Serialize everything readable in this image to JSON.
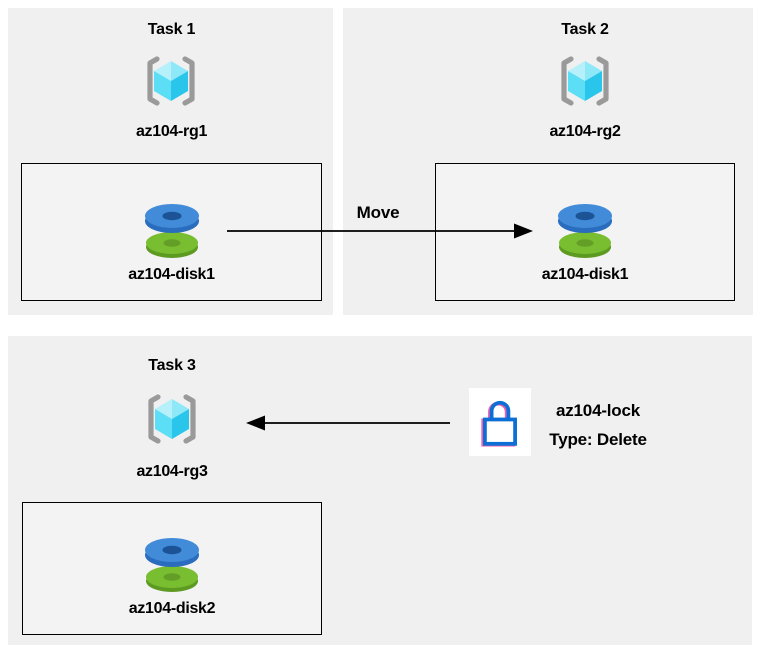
{
  "tasks": [
    {
      "title": "Task 1",
      "resource_group": "az104-rg1",
      "disk": "az104-disk1"
    },
    {
      "title": "Task 2",
      "resource_group": "az104-rg2",
      "disk": "az104-disk1"
    },
    {
      "title": "Task 3",
      "resource_group": "az104-rg3",
      "disk": "az104-disk2"
    }
  ],
  "move_arrow": {
    "label": "Move"
  },
  "lock": {
    "name": "az104-lock",
    "type_line": "Type: Delete"
  },
  "colors": {
    "text": "#000000",
    "panel_bg": "#f0f0f0",
    "box_bg": "#f3f3f3",
    "box_border": "#000000",
    "arrow": "#000000",
    "bracket_gray": "#9a9a9a",
    "cube_light": "#b6f0fb",
    "cube_mid_light": "#8fe8f8",
    "cube_mid": "#5bdef6",
    "cube_dark": "#29c5ea",
    "disk_blue_top": "#418bd8",
    "disk_blue_side": "#2a6cbd",
    "disk_blue_hole": "#1b5396",
    "disk_green_top": "#79bd30",
    "disk_green_side": "#5d9a22",
    "disk_green_hole": "#639f26",
    "lock_blue": "#0c6fd6",
    "lock_pink": "#f060b0",
    "lock_bg": "#ffffff"
  }
}
